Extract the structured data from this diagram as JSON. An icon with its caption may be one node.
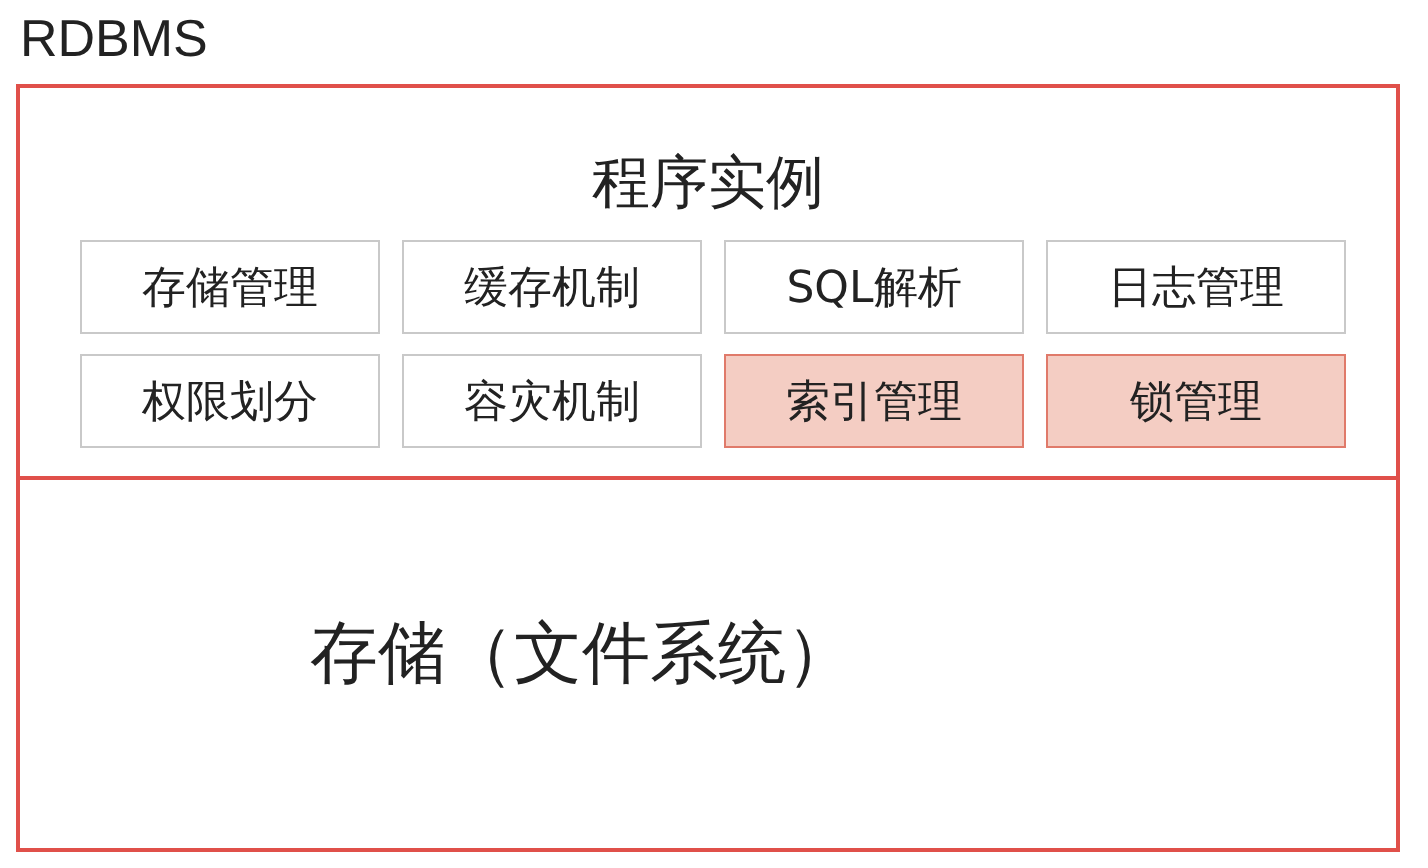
{
  "diagram": {
    "nodes": [
      {
        "text": [
          "RDBMS"
        ]
      },
      {
        "text": [
          "程序实例"
        ],
        "in": 0
      },
      {
        "text": [
          "存储管理"
        ],
        "in": 1
      },
      {
        "text": [
          "缓存机制"
        ],
        "in": 1
      },
      {
        "text": [
          "SQL解析"
        ],
        "in": 1
      },
      {
        "text": [
          "日志管理"
        ],
        "in": 1
      },
      {
        "text": [
          "权限划分"
        ],
        "in": 1
      },
      {
        "text": [
          "容灾机制"
        ],
        "in": 1
      },
      {
        "text": [
          "索引管理"
        ],
        "in": 1
      },
      {
        "text": [
          "锁管理"
        ],
        "in": 1
      },
      {
        "text": [
          "存储（文件系统）"
        ],
        "in": 0
      }
    ]
  }
}
